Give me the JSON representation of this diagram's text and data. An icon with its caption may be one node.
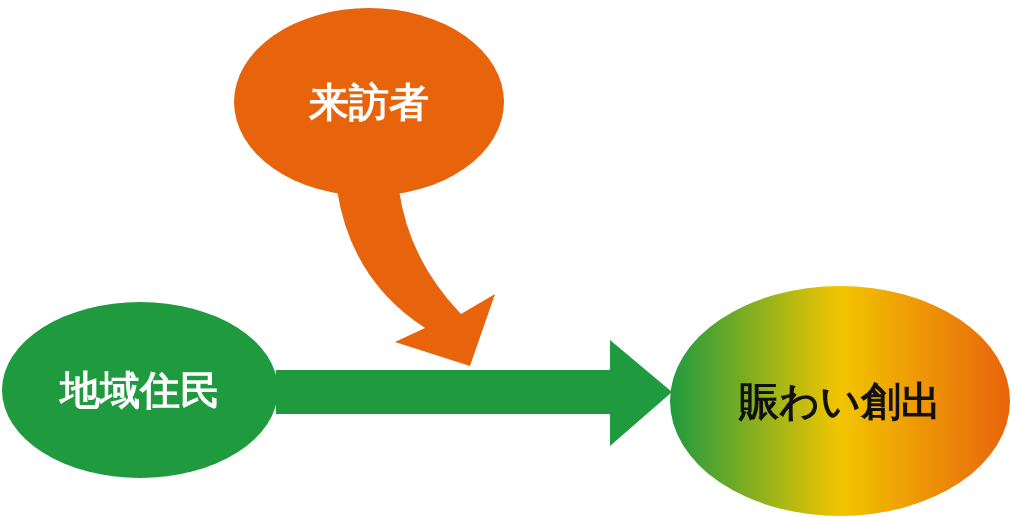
{
  "diagram": {
    "nodes": [
      {
        "text": [
          "来訪者"
        ]
      },
      {
        "text": [
          "地域住民"
        ]
      },
      {
        "text": [
          "賑わい創出"
        ]
      }
    ],
    "edges": [
      {
        "from": 1,
        "to": 2,
        "arrow": "to",
        "color": "#1f9a3e"
      },
      {
        "from": 0,
        "to": null,
        "arrow": "to",
        "color": "#e8640c"
      }
    ]
  }
}
